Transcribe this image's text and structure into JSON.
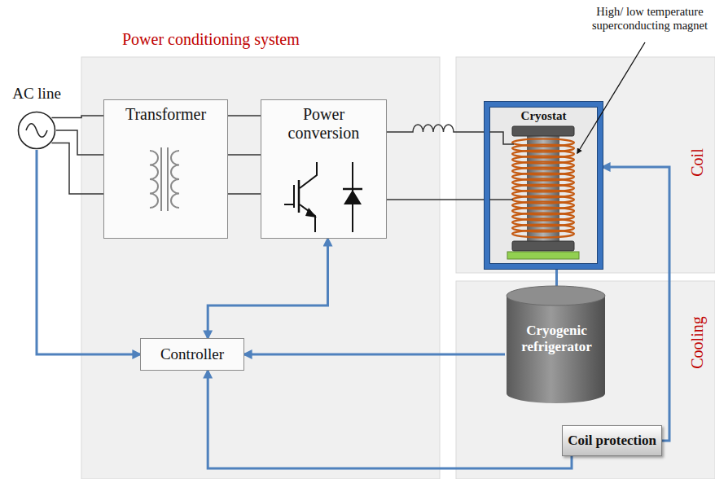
{
  "diagram": {
    "nodes": [
      {
        "text": [
          "AC line"
        ]
      },
      {
        "text": [
          "Power conditioning system"
        ]
      },
      {
        "text": [
          "Transformer"
        ],
        "in": 1
      },
      {
        "text": [
          "Power conversion"
        ],
        "in": 1
      },
      {
        "text": [
          "Controller"
        ],
        "in": 1
      },
      {
        "text": [
          "Coil"
        ]
      },
      {
        "text": [
          "Cryostat"
        ],
        "in": 5
      },
      {
        "text": [
          "Cooling"
        ]
      },
      {
        "text": [
          "Cryogenic refrigerator"
        ],
        "in": 7
      },
      {
        "text": [
          "Coil protection"
        ],
        "in": 7
      }
    ],
    "edges": [
      {
        "from": 0,
        "to": 2,
        "arrow": "none"
      },
      {
        "from": 2,
        "to": 3,
        "arrow": "none"
      },
      {
        "from": 3,
        "to": 6,
        "arrow": "none"
      },
      {
        "from": 0,
        "to": 4,
        "arrow": "to"
      },
      {
        "from": 4,
        "to": 3,
        "arrow": "both"
      },
      {
        "from": 8,
        "to": 4,
        "arrow": "to"
      },
      {
        "from": 6,
        "to": 8,
        "arrow": "none"
      },
      {
        "from": 9,
        "to": 4,
        "arrow": "to"
      },
      {
        "from": 9,
        "to": 6,
        "arrow": "to"
      }
    ],
    "labels": [
      "High/ low temperature superconducting magnet"
    ]
  }
}
